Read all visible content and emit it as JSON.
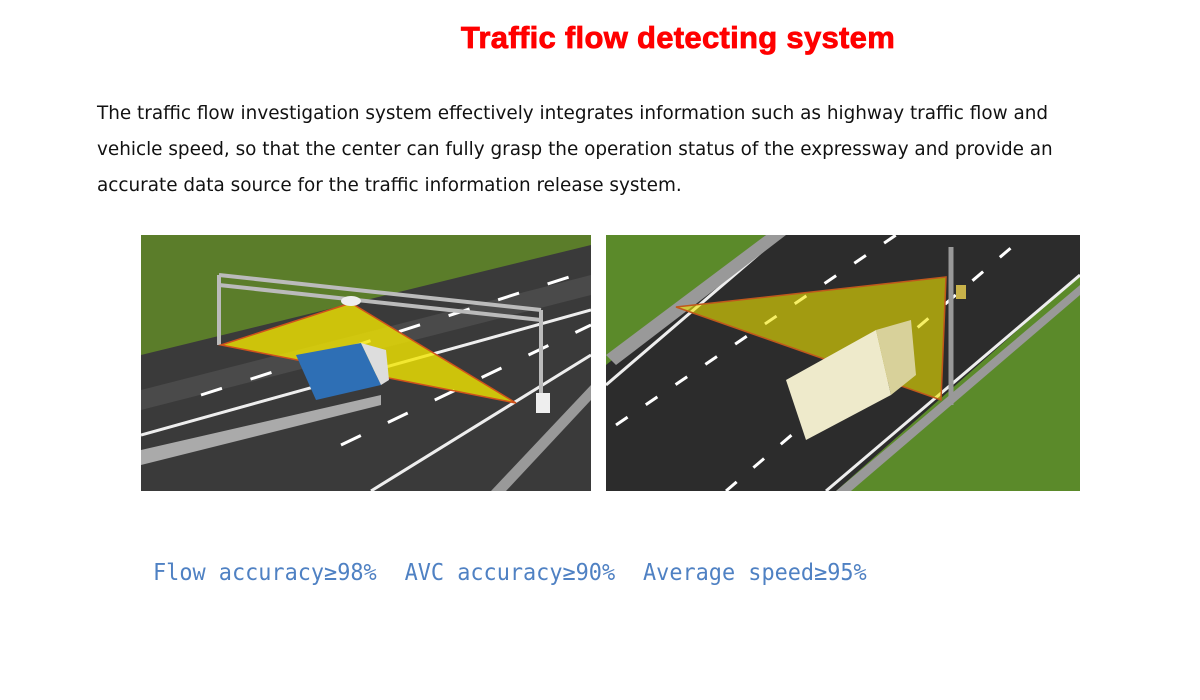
{
  "title": "Traffic flow detecting system",
  "description": "The traffic flow investigation system effectively integrates information such as highway traffic flow and vehicle speed, so that the center can fully grasp the operation status of the expressway and provide an accurate data source for the traffic information release system.",
  "images": [
    {
      "name": "gantry-detector-illustration"
    },
    {
      "name": "roadside-pole-detector-illustration"
    }
  ],
  "stats": [
    {
      "label": "Flow accuracy≥98%",
      "value": 98
    },
    {
      "label": "AVC accuracy≥90%",
      "value": 90
    },
    {
      "label": "Average speed≥95%",
      "value": 95
    }
  ],
  "colors": {
    "title": "#ff0000",
    "stats": "#4f81c3",
    "beam": "#f2e600"
  }
}
